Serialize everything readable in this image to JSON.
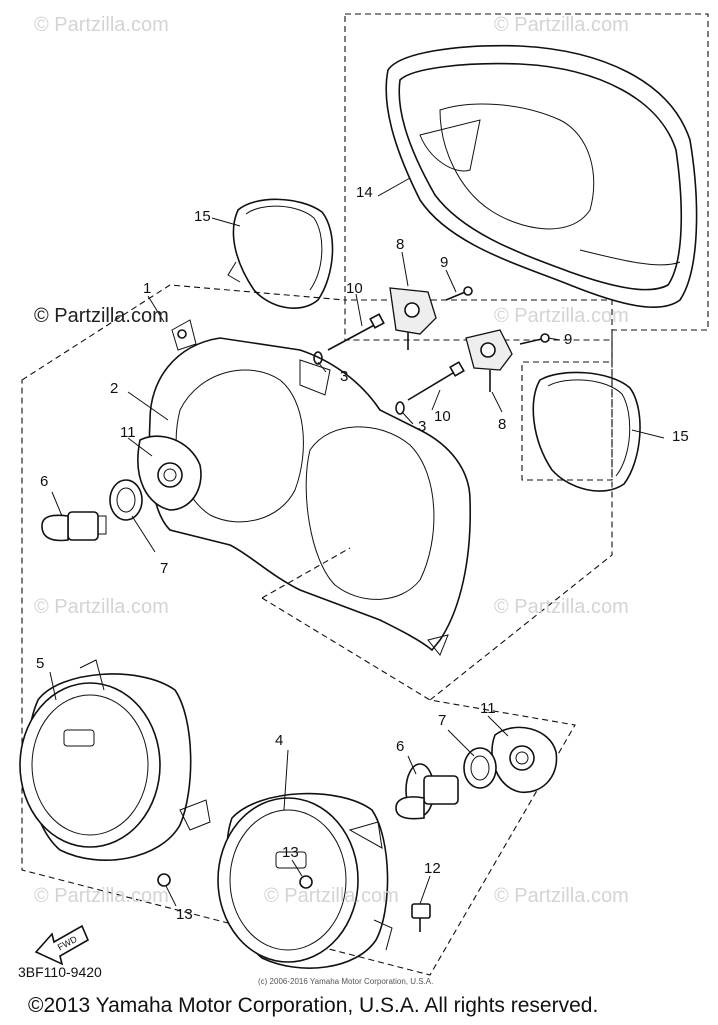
{
  "watermarks": [
    "© Partzilla.com",
    "© Partzilla.com",
    "© Partzilla.com",
    "© Partzilla.com",
    "© Partzilla.com",
    "© Partzilla.com",
    "© Partzilla.com",
    "© Partzilla.com",
    "© Partzilla.com"
  ],
  "callouts": {
    "c1": "1",
    "c2": "2",
    "c3a": "3",
    "c3b": "3",
    "c4": "4",
    "c5": "5",
    "c6a": "6",
    "c6b": "6",
    "c7a": "7",
    "c7b": "7",
    "c8a": "8",
    "c8b": "8",
    "c9a": "9",
    "c9b": "9",
    "c10a": "10",
    "c10b": "10",
    "c11a": "11",
    "c11b": "11",
    "c12": "12",
    "c13a": "13",
    "c13b": "13",
    "c14": "14",
    "c15a": "15",
    "c15b": "15"
  },
  "fwd_label": "FWD",
  "diagram_code": "3BF110-9420",
  "small_copyright": "(c) 2006-2016 Yamaha Motor Corporation, U.S.A.",
  "footer_copyright": "©2013 Yamaha Motor Corporation, U.S.A. All rights reserved."
}
